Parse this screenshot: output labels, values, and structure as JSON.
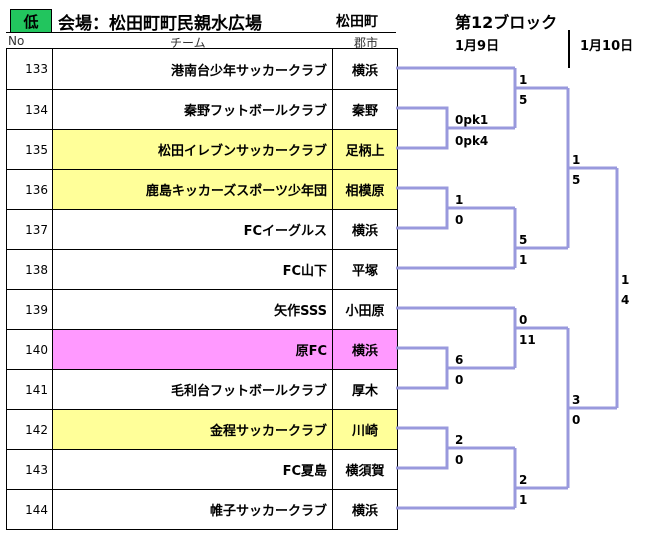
{
  "header": {
    "level": "低",
    "venue": "会場：松田町町民親水広場",
    "town": "松田町",
    "block": "第12ブロック",
    "date_day1": "1月9日",
    "date_day2": "1月10日",
    "col_no": "No",
    "col_team": "チーム",
    "col_city": "郡市"
  },
  "colors": {
    "level_bg": "#22c55e",
    "highlight_yellow": "#ffff99",
    "highlight_pink": "#ff99ff",
    "bracket_line": "#9999dd"
  },
  "teams": [
    {
      "no": "133",
      "name": "港南台少年サッカークラブ",
      "city": "横浜",
      "highlight": ""
    },
    {
      "no": "134",
      "name": "秦野フットボールクラブ",
      "city": "秦野",
      "highlight": ""
    },
    {
      "no": "135",
      "name": "松田イレブンサッカークラブ",
      "city": "足柄上",
      "highlight": "yellow"
    },
    {
      "no": "136",
      "name": "鹿島キッカーズスポーツ少年団",
      "city": "相模原",
      "highlight": "yellow"
    },
    {
      "no": "137",
      "name": "FCイーグルス",
      "city": "横浜",
      "highlight": ""
    },
    {
      "no": "138",
      "name": "FC山下",
      "city": "平塚",
      "highlight": ""
    },
    {
      "no": "139",
      "name": "矢作SSS",
      "city": "小田原",
      "highlight": ""
    },
    {
      "no": "140",
      "name": "原FC",
      "city": "横浜",
      "highlight": "pink"
    },
    {
      "no": "141",
      "name": "毛利台フットボールクラブ",
      "city": "厚木",
      "highlight": ""
    },
    {
      "no": "142",
      "name": "金程サッカークラブ",
      "city": "川崎",
      "highlight": "yellow"
    },
    {
      "no": "143",
      "name": "FC夏島",
      "city": "横須賀",
      "highlight": ""
    },
    {
      "no": "144",
      "name": "帷子サッカークラブ",
      "city": "横浜",
      "highlight": ""
    }
  ],
  "scores": {
    "r1_134_135_top": "0pk1",
    "r1_134_135_bot": "0pk4",
    "r1_136_137_top": "1",
    "r1_136_137_bot": "0",
    "r1_140_141_top": "6",
    "r1_140_141_bot": "0",
    "r1_142_143_top": "2",
    "r1_142_143_bot": "0",
    "r2_a_top": "1",
    "r2_a_bot": "5",
    "r2_b_top": "5",
    "r2_b_bot": "1",
    "r2_c_top": "0",
    "r2_c_bot": "11",
    "r2_d_top": "2",
    "r2_d_bot": "1",
    "r3_a_top": "1",
    "r3_a_bot": "5",
    "r3_b_top": "3",
    "r3_b_bot": "0",
    "final_top": "1",
    "final_bot": "4"
  }
}
